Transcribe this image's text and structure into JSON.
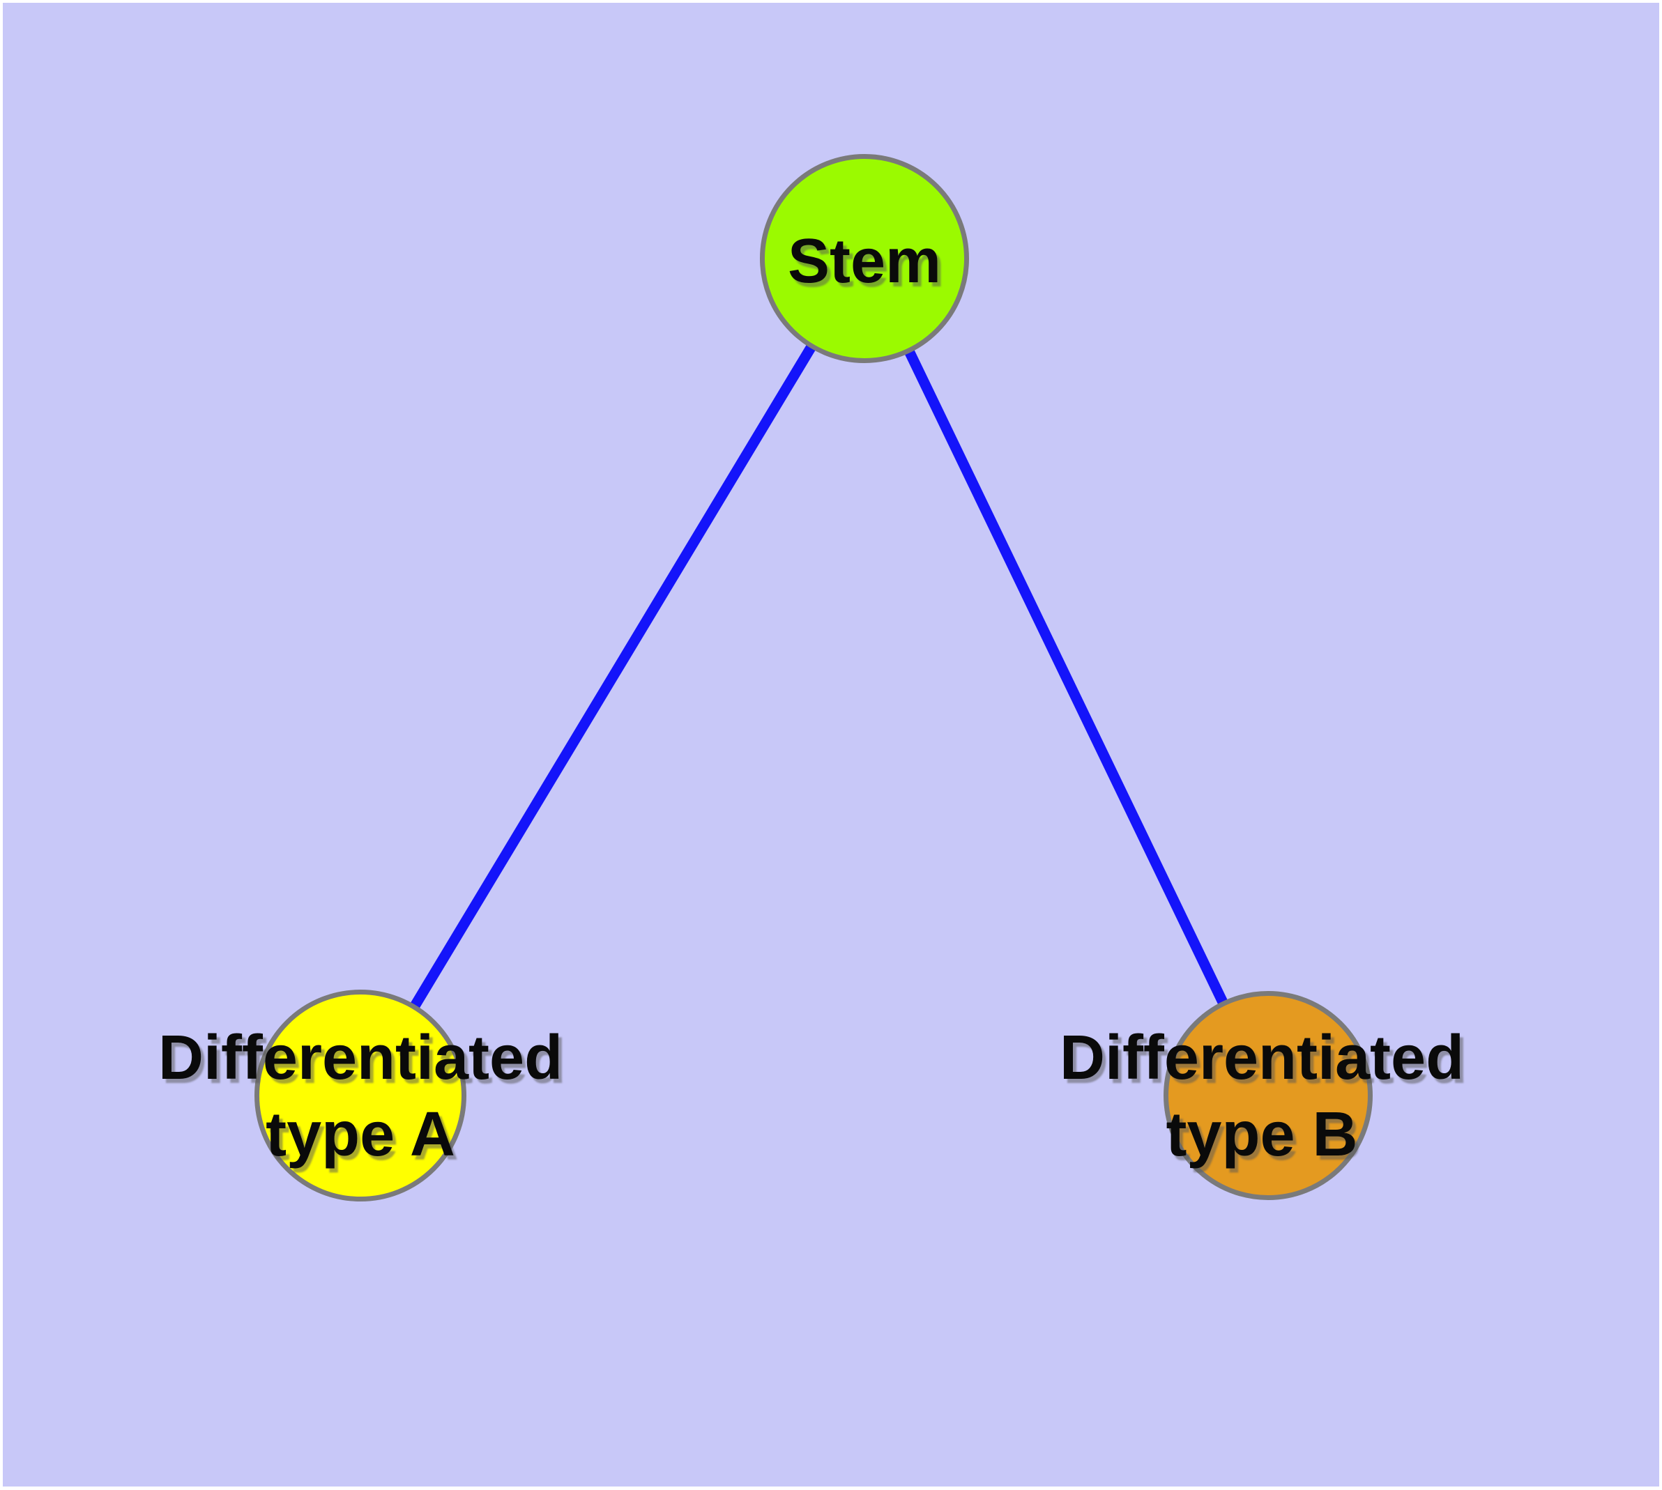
{
  "diagram": {
    "type": "graph",
    "background_color": "#c8c8f8",
    "canvas_margin_color": "#ffffff",
    "edge_color": "#1414fa",
    "node_border_color": "#7a7a7a",
    "label_color": "#0a0a0a",
    "nodes": {
      "stem": {
        "label": "Stem",
        "fill": "#9bfa00"
      },
      "typeA": {
        "label_line1": "Differentiated",
        "label_line2": "type A",
        "label_full": "Differentiated type A",
        "fill": "#ffff00"
      },
      "typeB": {
        "label_line1": "Differentiated",
        "label_line2": "type B",
        "label_full": "Differentiated type B",
        "fill": "#e49a20"
      }
    },
    "edges": [
      {
        "from": "Stem",
        "to": "Differentiated type A"
      },
      {
        "from": "Stem",
        "to": "Differentiated type B"
      }
    ]
  }
}
